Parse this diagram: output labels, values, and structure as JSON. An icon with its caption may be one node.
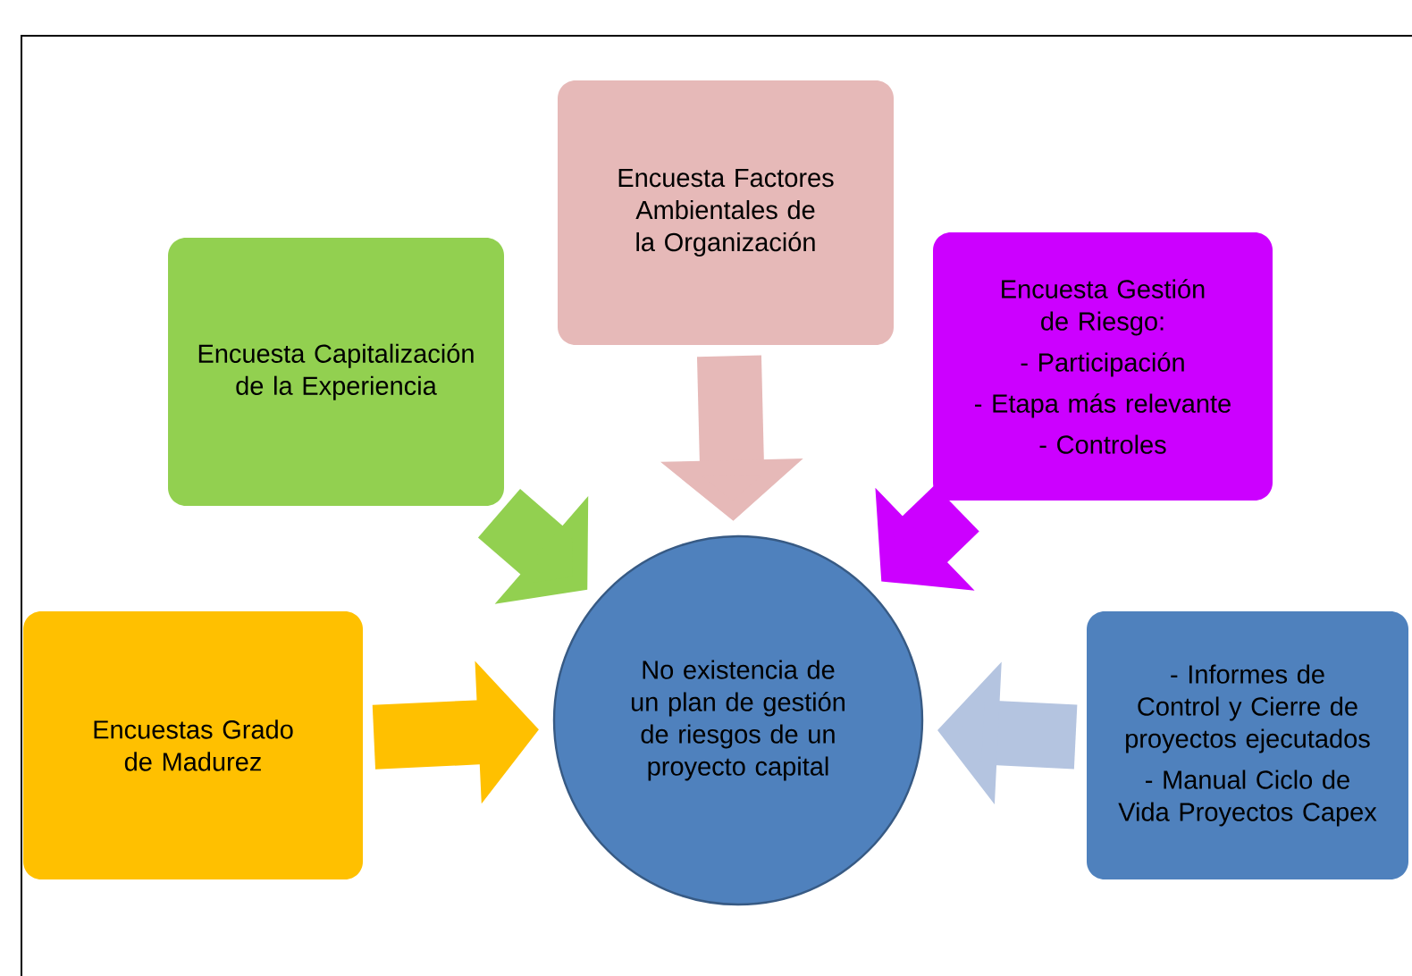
{
  "diagram": {
    "nodes": [
      {
        "text": [
          "Encuesta Factores Ambientales de la Organización"
        ]
      },
      {
        "text": [
          "Encuesta Capitalización de la Experiencia"
        ]
      },
      {
        "text": [
          "Encuesta Gestión de Riesgo:",
          "- Participación",
          "- Etapa más relevante",
          "- Controles"
        ]
      },
      {
        "text": [
          "Encuestas Grado de Madurez"
        ]
      },
      {
        "text": [
          "No existencia de un plan de gestión de riesgos de un proyecto capital"
        ]
      },
      {
        "text": [
          "- Informes de Control y Cierre de proyectos ejecutados",
          "- Manual Ciclo de Vida Proyectos Capex"
        ]
      }
    ],
    "edges": [
      {
        "from": 0,
        "to": 4,
        "arrow": "to",
        "color": "#e6b9b8"
      },
      {
        "from": 1,
        "to": 4,
        "arrow": "to",
        "color": "#92d050"
      },
      {
        "from": 2,
        "to": 4,
        "arrow": "to",
        "color": "#cc00ff"
      },
      {
        "from": 3,
        "to": 4,
        "arrow": "to",
        "color": "#ffc000"
      },
      {
        "from": 5,
        "to": 4,
        "arrow": "to",
        "color": "#b4c4e0"
      }
    ]
  }
}
